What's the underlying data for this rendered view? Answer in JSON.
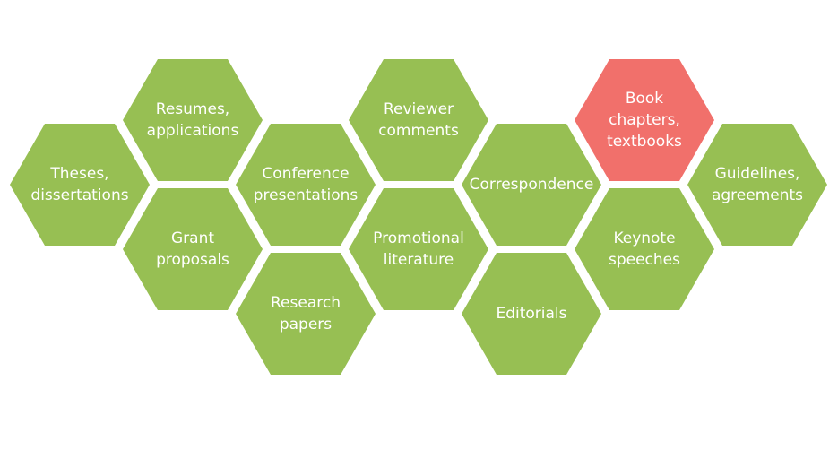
{
  "colors": {
    "default": "#97bf53",
    "highlight": "#f1706b",
    "text": "#ffffff",
    "background": "#ffffff"
  },
  "hexagons": [
    {
      "id": "theses-dissertations",
      "lines": [
        "Theses,",
        "dissertations"
      ],
      "highlighted": false
    },
    {
      "id": "resumes-applications",
      "lines": [
        "Resumes,",
        "applications"
      ],
      "highlighted": false
    },
    {
      "id": "grant-proposals",
      "lines": [
        "Grant",
        "proposals"
      ],
      "highlighted": false
    },
    {
      "id": "conference-presentations",
      "lines": [
        "Conference",
        "presentations"
      ],
      "highlighted": false
    },
    {
      "id": "research-papers",
      "lines": [
        "Research",
        "papers"
      ],
      "highlighted": false
    },
    {
      "id": "reviewer-comments",
      "lines": [
        "Reviewer",
        "comments"
      ],
      "highlighted": false
    },
    {
      "id": "promotional-literature",
      "lines": [
        "Promotional",
        "literature"
      ],
      "highlighted": false
    },
    {
      "id": "correspondence",
      "lines": [
        "Correspondence"
      ],
      "highlighted": false
    },
    {
      "id": "editorials",
      "lines": [
        "Editorials"
      ],
      "highlighted": false
    },
    {
      "id": "book-chapters-textbooks",
      "lines": [
        "Book",
        "chapters,",
        "textbooks"
      ],
      "highlighted": true
    },
    {
      "id": "keynote-speeches",
      "lines": [
        "Keynote",
        "speeches"
      ],
      "highlighted": false
    },
    {
      "id": "guidelines-agreements",
      "lines": [
        "Guidelines,",
        "agreements"
      ],
      "highlighted": false
    }
  ]
}
